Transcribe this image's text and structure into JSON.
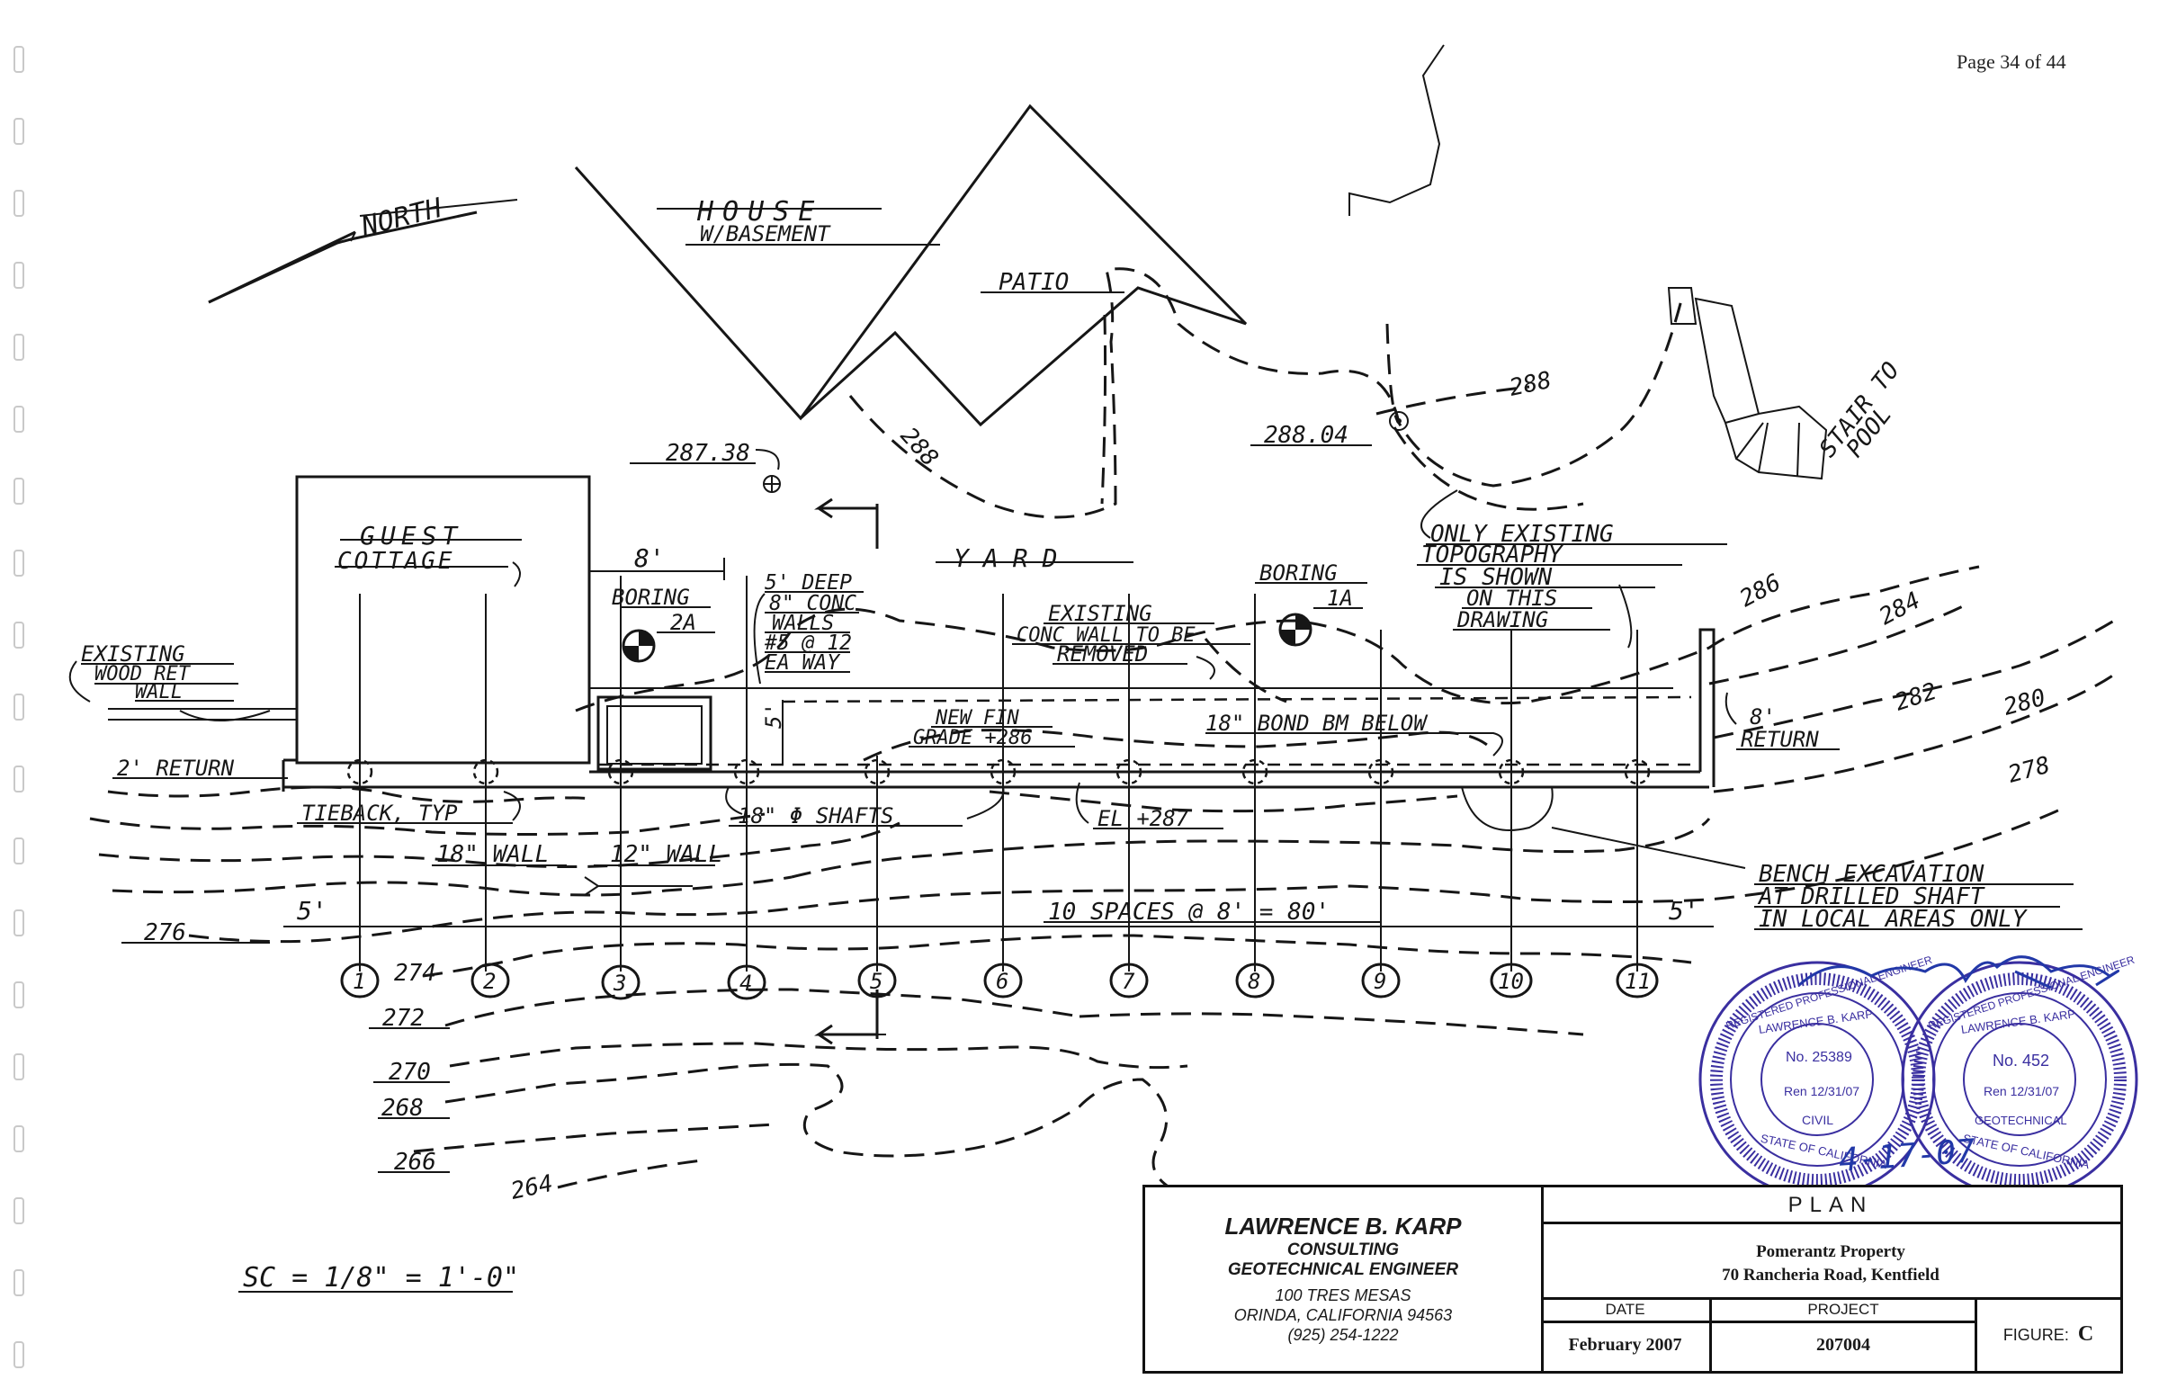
{
  "page": {
    "number_label": "Page 34 of 44"
  },
  "drawing": {
    "north_label": "NORTH",
    "house_label": "HOUSE",
    "house_sub": "W/BASEMENT",
    "patio_label": "PATIO",
    "yard_label": "YARD",
    "guest_cottage_line1": "GUEST",
    "guest_cottage_line2": "COTTAGE",
    "existing_wall": [
      "EXISTING",
      "WOOD RET",
      "WALL"
    ],
    "two_ft_return": "2' RETURN",
    "tieback": "TIEBACK, TYP",
    "wall_18": "18\" WALL",
    "wall_12": "12\" WALL",
    "dim_8ft": "8'",
    "dim_5ft_left": "5'",
    "dim_5ft_right": "5'",
    "dim_5ft_vert": "5'",
    "spaces": "10 SPACES @ 8' = 80'",
    "boring_2a": [
      "BORING",
      "2A"
    ],
    "boring_1a": [
      "BORING",
      "1A"
    ],
    "deep_walls": [
      "5' DEEP",
      "8\" CONC",
      "WALLS",
      "#5 @ 12",
      "EA WAY"
    ],
    "existing_conc": [
      "EXISTING",
      "CONC WALL TO BE",
      "REMOVED"
    ],
    "new_fin": [
      "NEW FIN",
      "GRADE +286"
    ],
    "bond_bm": "18\" BOND BM BELOW",
    "shafts": "18\" Φ SHAFTS",
    "el": "EL +287",
    "return_8": [
      "8'",
      "RETURN"
    ],
    "only_existing": [
      "ONLY EXISTING",
      "TOPOGRAPHY",
      "IS SHOWN",
      "ON THIS",
      "DRAWING"
    ],
    "bench": [
      "BENCH EXCAVATION",
      "AT DRILLED SHAFT",
      "IN LOCAL AREAS ONLY"
    ],
    "stair": [
      "STAIR TO",
      "POOL"
    ],
    "spot_elev_1": "287.38",
    "spot_elev_2": "288.04",
    "contours": [
      "288",
      "288",
      "286",
      "284",
      "282",
      "280",
      "278",
      "276",
      "274",
      "272",
      "270",
      "268",
      "266",
      "264"
    ],
    "shaft_numbers": [
      "1",
      "2",
      "3",
      "4",
      "5",
      "6",
      "7",
      "8",
      "9",
      "10",
      "11"
    ],
    "scale": "SC = 1/8\" = 1'-0\"",
    "signature_date": "4-17-07"
  },
  "seals": [
    {
      "no": "No. 25389",
      "ren": "Ren 12/31/07",
      "type": "CIVIL",
      "ring_top": "REGISTERED PROFESSIONAL ENGINEER",
      "name": "LAWRENCE B. KARP",
      "state": "STATE OF CALIFORNIA"
    },
    {
      "no": "No. 452",
      "ren": "Ren 12/31/07",
      "type": "GEOTECHNICAL",
      "ring_top": "REGISTERED PROFESSIONAL ENGINEER",
      "name": "LAWRENCE B. KARP",
      "state": "STATE OF CALIFORNIA"
    }
  ],
  "seal_color": "#3a2fa0",
  "title_block": {
    "firm_name": "LAWRENCE B. KARP",
    "line1": "CONSULTING",
    "line2": "GEOTECHNICAL ENGINEER",
    "address1": "100 TRES MESAS",
    "address2": "ORINDA, CALIFORNIA 94563",
    "phone": "(925) 254-1222",
    "title": "PLAN",
    "project_name": "Pomerantz Property",
    "project_address": "70 Rancheria Road, Kentfield",
    "date_label": "DATE",
    "date_value": "February 2007",
    "project_label": "PROJECT",
    "project_value": "207004",
    "figure_label": "FIGURE:",
    "figure_value": "C"
  }
}
